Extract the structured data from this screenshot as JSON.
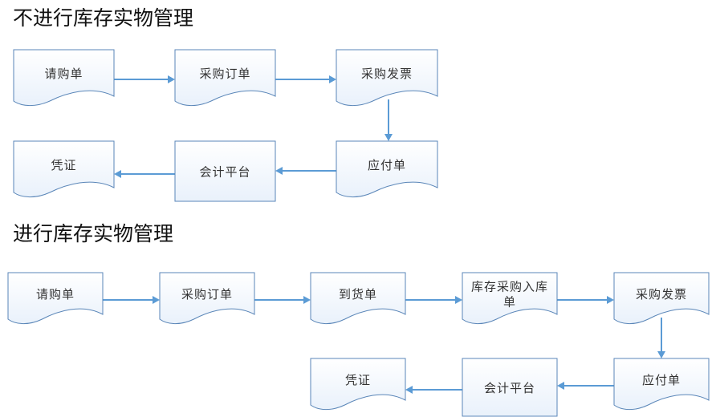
{
  "sections": [
    {
      "title": "不进行库存实物管理",
      "nodes": [
        {
          "id": "a1",
          "label": [
            "请购单"
          ]
        },
        {
          "id": "a2",
          "label": [
            "采购订单"
          ]
        },
        {
          "id": "a3",
          "label": [
            "采购发票"
          ]
        },
        {
          "id": "a4",
          "label": [
            "应付单"
          ]
        },
        {
          "id": "a5",
          "label": [
            "会计平台"
          ]
        },
        {
          "id": "a6",
          "label": [
            "凭证"
          ]
        }
      ],
      "edges": [
        {
          "from": "a1",
          "to": "a2"
        },
        {
          "from": "a2",
          "to": "a3"
        },
        {
          "from": "a3",
          "to": "a4"
        },
        {
          "from": "a4",
          "to": "a5"
        },
        {
          "from": "a5",
          "to": "a6"
        }
      ]
    },
    {
      "title": "进行库存实物管理",
      "nodes": [
        {
          "id": "b1",
          "label": [
            "请购单"
          ]
        },
        {
          "id": "b2",
          "label": [
            "采购订单"
          ]
        },
        {
          "id": "b3",
          "label": [
            "到货单"
          ]
        },
        {
          "id": "b4",
          "label": [
            "库存采购入库",
            "单"
          ]
        },
        {
          "id": "b5",
          "label": [
            "采购发票"
          ]
        },
        {
          "id": "b6",
          "label": [
            "应付单"
          ]
        },
        {
          "id": "b7",
          "label": [
            "会计平台"
          ]
        },
        {
          "id": "b8",
          "label": [
            "凭证"
          ]
        }
      ],
      "edges": [
        {
          "from": "b1",
          "to": "b2"
        },
        {
          "from": "b2",
          "to": "b3"
        },
        {
          "from": "b3",
          "to": "b4"
        },
        {
          "from": "b4",
          "to": "b5"
        },
        {
          "from": "b5",
          "to": "b6"
        },
        {
          "from": "b6",
          "to": "b7"
        },
        {
          "from": "b7",
          "to": "b8"
        }
      ]
    }
  ],
  "colors": {
    "node_stroke": "#5a86b8",
    "edge": "#5b9bd5",
    "text": "#333333"
  }
}
